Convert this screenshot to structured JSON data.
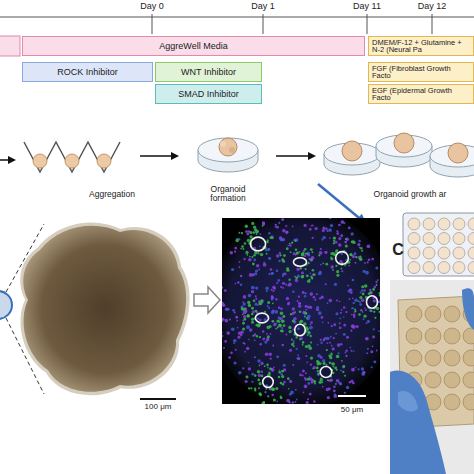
{
  "diagram": {
    "nodes": [
      {
        "text": [
          "AggreWell Media"
        ]
      },
      {
        "text": [
          "DMEM/F-12 + Glutamine + N-2 (Neural Pa"
        ]
      },
      {
        "text": [
          "ROCK Inhibitor"
        ]
      },
      {
        "text": [
          "WNT Inhibitor"
        ]
      },
      {
        "text": [
          "FGF (Fibroblast Growth Facto"
        ]
      },
      {
        "text": [
          "SMAD Inhibitor"
        ]
      },
      {
        "text": [
          "EGF (Epidermal Growth Facto"
        ]
      }
    ],
    "labels": [
      "Day 0",
      "Day 1",
      "Day 11",
      "Day 12",
      "Aggregation",
      "Organoid formation",
      "Organoid growth ar",
      "100 μm",
      "50 μm",
      "C"
    ]
  }
}
